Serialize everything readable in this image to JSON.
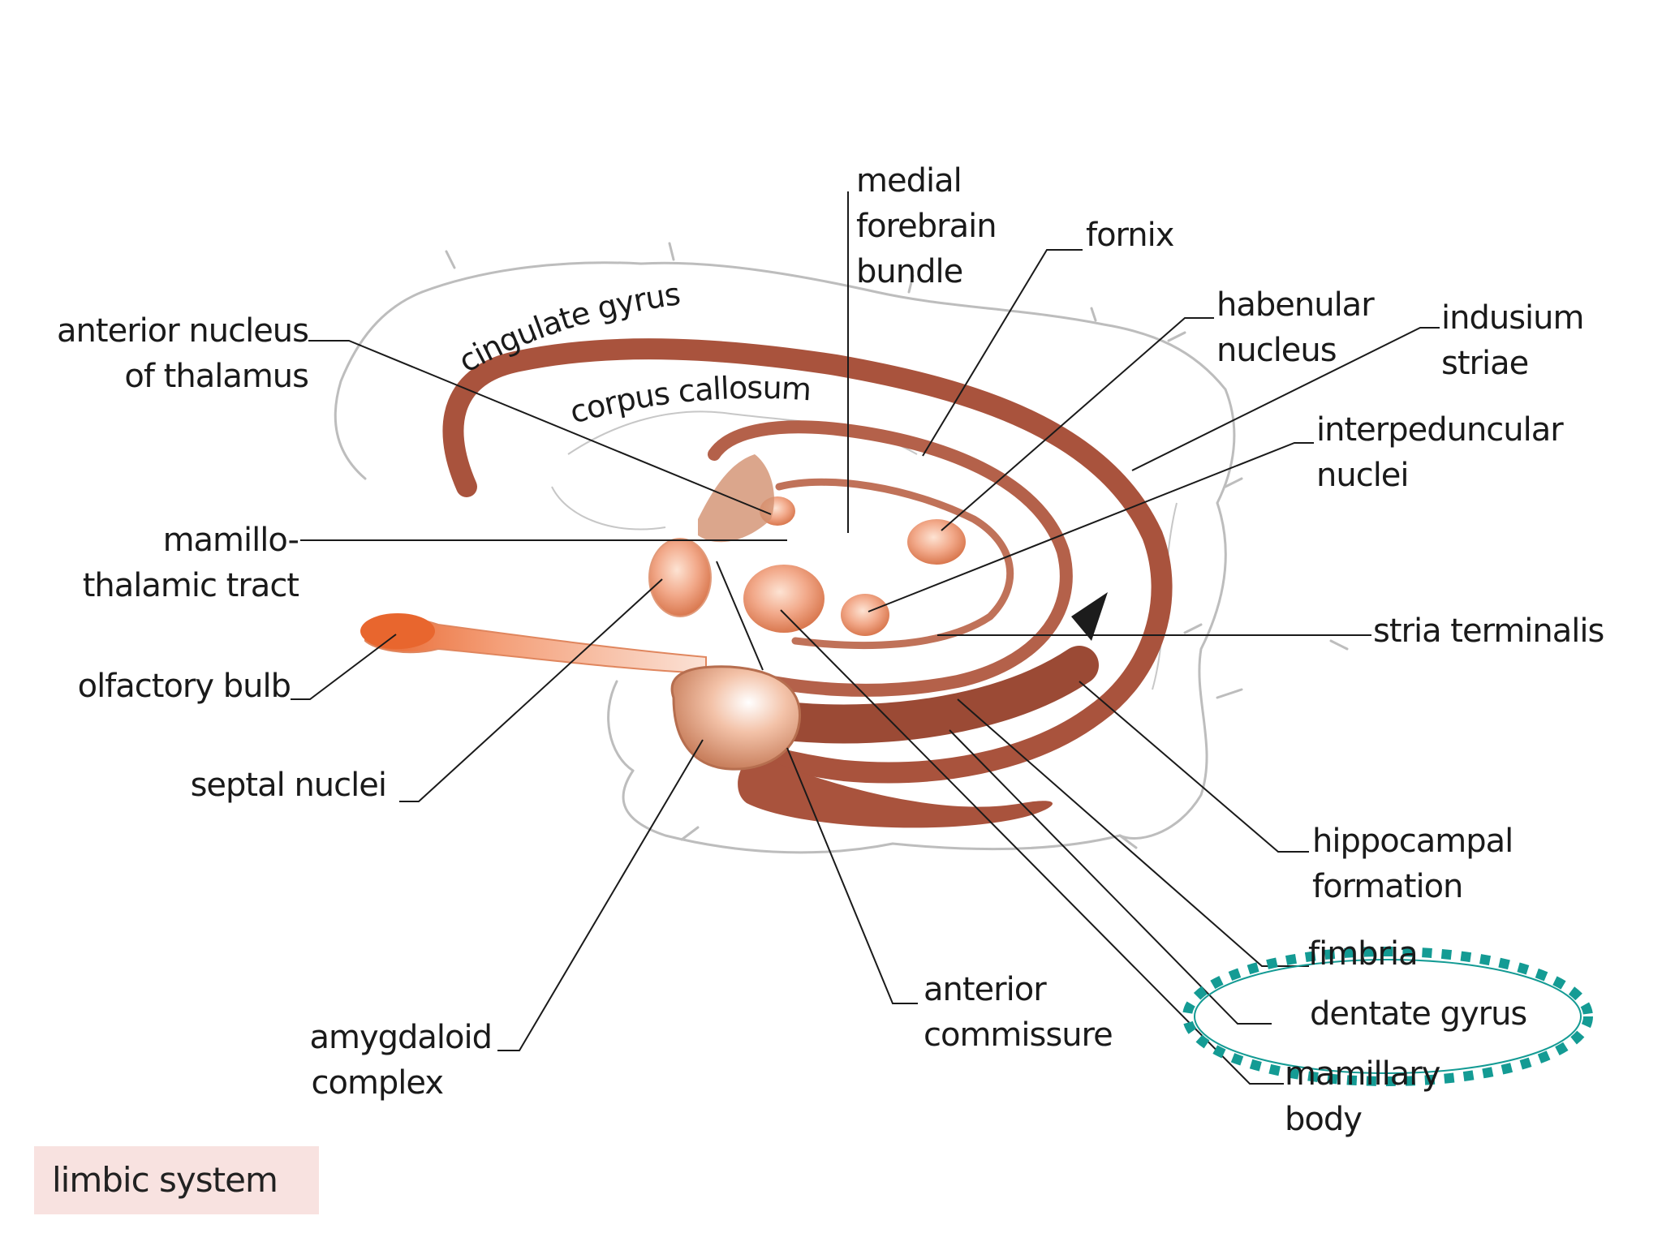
{
  "diagram": {
    "caption": "limbic system",
    "labels": {
      "anterior_nucleus": [
        "anterior nucleus",
        "of thalamus"
      ],
      "cingulate_gyrus": "cingulate gyrus",
      "corpus_callosum": "corpus callosum",
      "medial_forebrain": [
        "medial",
        "forebrain",
        "bundle"
      ],
      "fornix": "fornix",
      "habenular": [
        "habenular",
        "nucleus"
      ],
      "indusium": [
        "indusium",
        "striae"
      ],
      "interpeduncular": [
        "interpeduncular",
        "nuclei"
      ],
      "mamillothalamic": [
        "mamillo-",
        "thalamic tract"
      ],
      "stria_terminalis": "stria terminalis",
      "olfactory_bulb": "olfactory bulb",
      "septal_nuclei": "septal nuclei",
      "hippocampal": [
        "hippocampal",
        "formation"
      ],
      "fimbria": "fimbria",
      "dentate_gyrus": "dentate gyrus",
      "mamillary": [
        "mamillary",
        "body"
      ],
      "anterior_commissure": [
        "anterior",
        "commissure"
      ],
      "amygdaloid": [
        "amygdaloid",
        "complex"
      ]
    },
    "highlight_color": "#149b94",
    "structure_color": "#a9533d"
  }
}
